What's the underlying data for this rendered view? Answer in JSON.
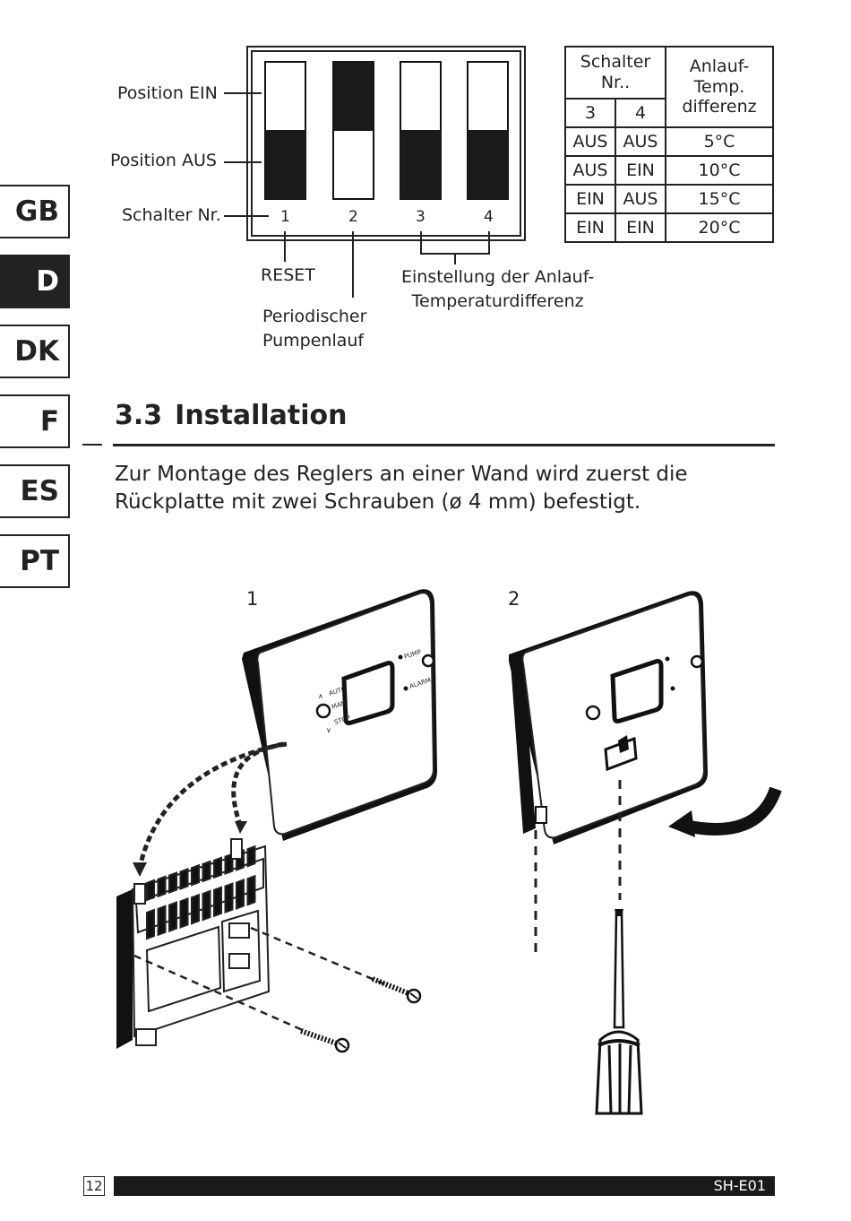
{
  "languages": [
    "GB",
    "D",
    "DK",
    "F",
    "ES",
    "PT"
  ],
  "active_language": "D",
  "switch_figure": {
    "position_on_label": "Position EIN",
    "position_off_label": "Position AUS",
    "switch_no_label": "Schalter Nr.",
    "numbers": [
      "1",
      "2",
      "3",
      "4"
    ],
    "reset_label": "RESET",
    "periodic_label_line1": "Periodischer",
    "periodic_label_line2": "Pumpenlauf",
    "setting_label_line1": "Einstellung der Anlauf-",
    "setting_label_line2": "Temperaturdifferenz",
    "switch_states": [
      "off",
      "on",
      "off",
      "off"
    ]
  },
  "table": {
    "header_switch_line1": "Schalter",
    "header_switch_line2": "Nr..",
    "header_temp_line1": "Anlauf-",
    "header_temp_line2": "Temp.",
    "header_temp_line3": "differenz",
    "sub3": "3",
    "sub4": "4",
    "rows": [
      [
        "AUS",
        "AUS",
        "5°C"
      ],
      [
        "AUS",
        "EIN",
        "10°C"
      ],
      [
        "EIN",
        "AUS",
        "15°C"
      ],
      [
        "EIN",
        "EIN",
        "20°C"
      ]
    ]
  },
  "section": {
    "number": "3.3",
    "title": "Installation",
    "paragraph": "Zur Montage des Reglers an einer Wand wird zuerst die Rückplatte mit zwei Schrauben (ø 4 mm) befestigt."
  },
  "illustration": {
    "step1": "1",
    "step2": "2",
    "device_labels": {
      "pump": "PUMP",
      "alarm": "ALARM",
      "auto": "AUTO",
      "man": "MAN",
      "stop": "STOP"
    }
  },
  "footer": {
    "page_number": "12",
    "doc_code": "SH-E01"
  }
}
